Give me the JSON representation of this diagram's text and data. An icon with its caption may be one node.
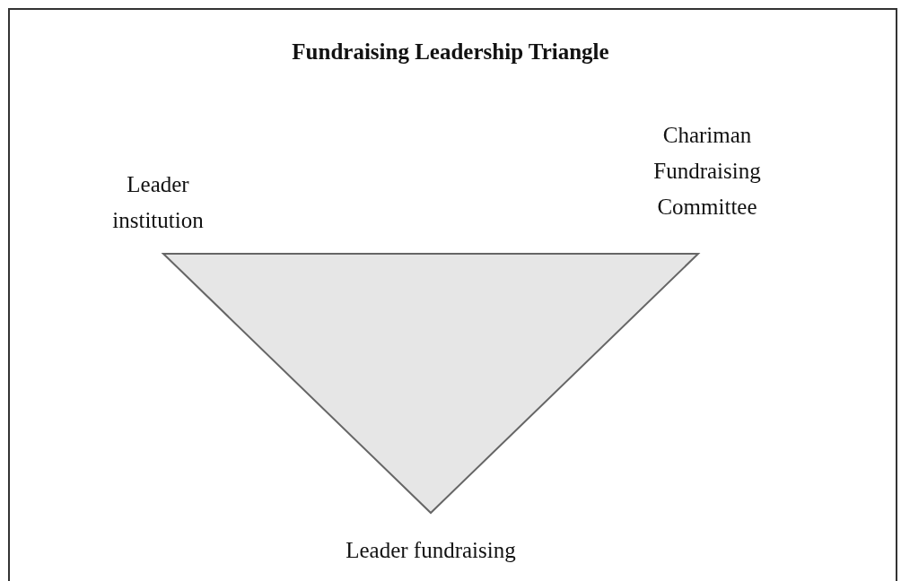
{
  "diagram": {
    "title": "Fundraising Leadership Triangle",
    "labels": [
      "Leader institution",
      "Chariman Fundraising Committee",
      "Leader fundraising"
    ]
  }
}
